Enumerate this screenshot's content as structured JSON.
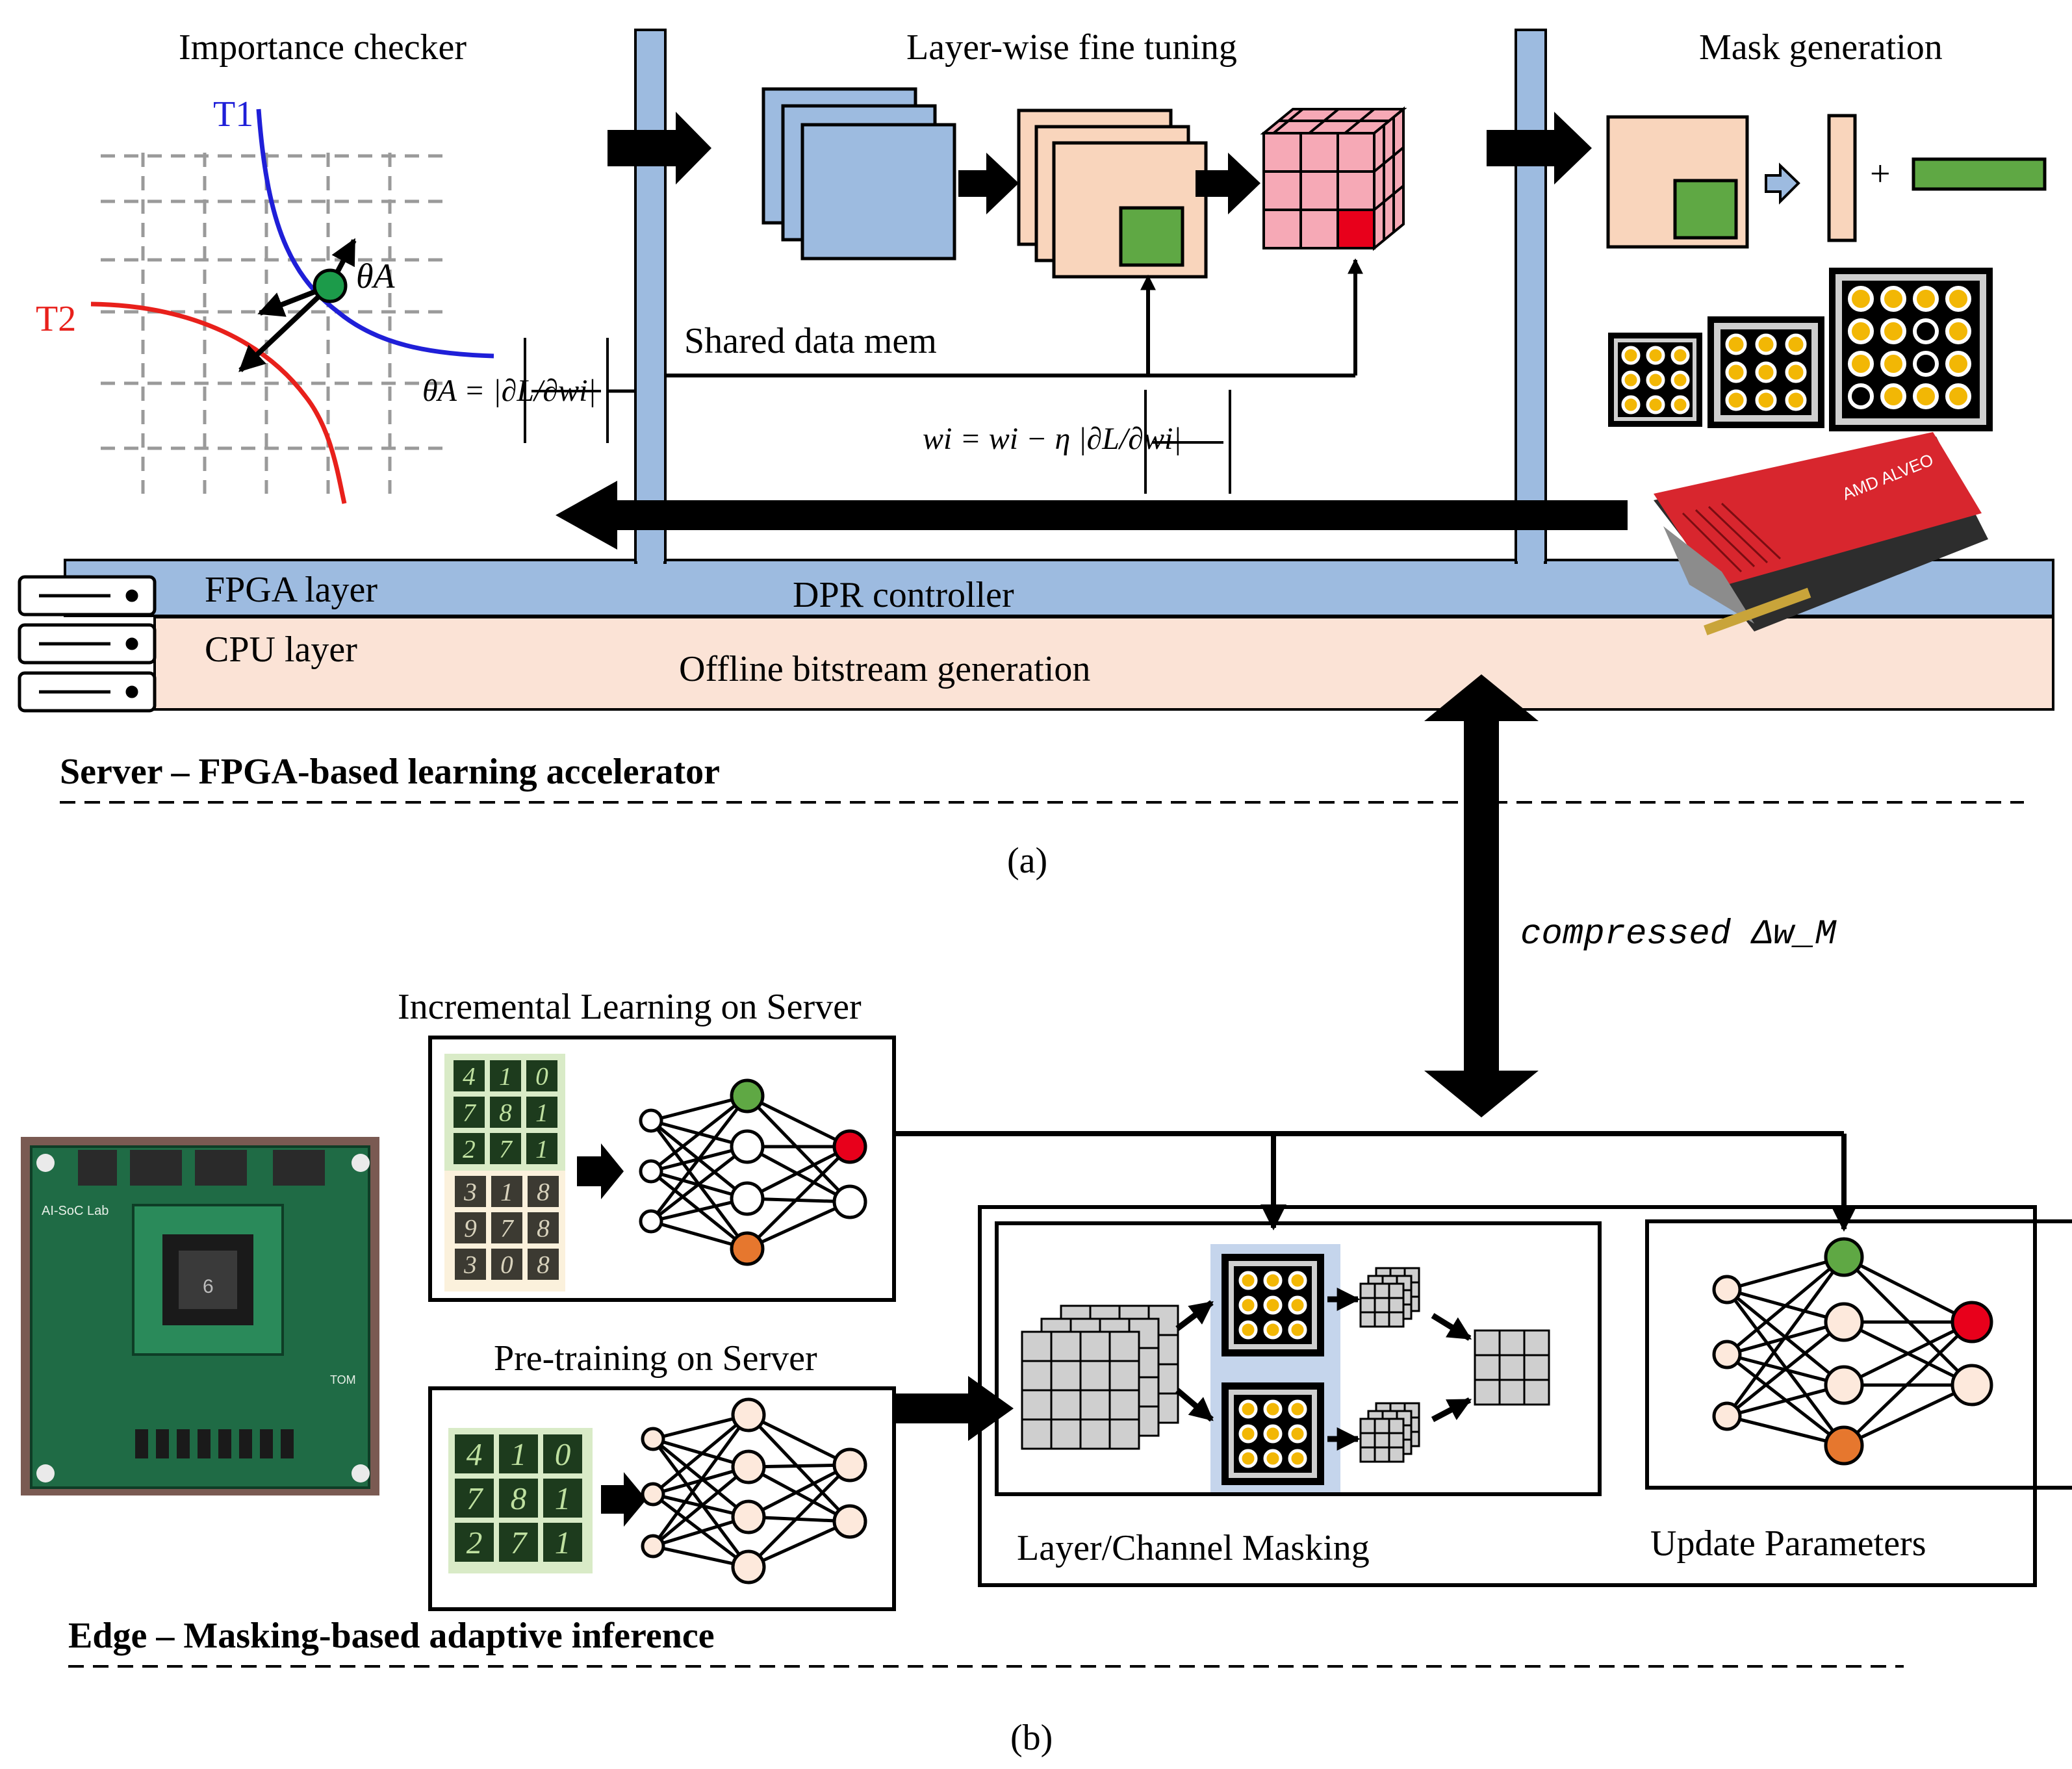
{
  "server": {
    "importance_checker": "Importance checker",
    "layer_wise": "Layer-wise fine tuning",
    "mask_generation": "Mask generation",
    "t1": "T1",
    "t2": "T2",
    "theta_a": "θA",
    "shared_mem": "Shared data mem",
    "fpga_layer": "FPGA layer",
    "dpr_controller": "DPR controller",
    "cpu_layer": "CPU layer",
    "offline_bitstream": "Offline bitstream generation",
    "server_title": "Server – FPGA-based learning accelerator",
    "caption_a": "(a)",
    "plus": "+",
    "eq_theta": "θA = |∂L/∂wi|",
    "eq_update": "wi = wi − η |∂L/∂wi|",
    "board_brand": "AMD ALVEO"
  },
  "link": {
    "compressed": "compressed Δw_M"
  },
  "edge": {
    "incremental": "Incremental Learning on Server",
    "pretraining": "Pre-training on Server",
    "layer_masking": "Layer/Channel Masking",
    "update_params": "Update Parameters",
    "edge_title": "Edge – Masking-based adaptive inference",
    "caption_b": "(b)",
    "digits_inc": [
      "4",
      "1",
      "0",
      "7",
      "8",
      "1",
      "2",
      "7",
      "1"
    ],
    "digits_inc_noisy": [
      "3",
      "1",
      "8",
      "9",
      "7",
      "8",
      "3",
      "0",
      "8"
    ],
    "digits_pre": [
      "4",
      "1",
      "0",
      "7",
      "8",
      "1",
      "2",
      "7",
      "1"
    ],
    "board_label": "AI-SoC Lab",
    "board_socket": "6",
    "board_tom": "TOM"
  },
  "colors": {
    "blue_fill": "#9dbbe0",
    "peach_fill": "#f9d5bc",
    "cpu_fill": "#fbe3d6",
    "green": "#5fa844",
    "red": "#e8001b",
    "orange": "#e6772e",
    "t1_curve": "#1f1fd8",
    "t2_curve": "#e8201b",
    "dot_green": "#1c9b4a",
    "mask_gold": "#f2b705",
    "grey_cube": "#cfcfcf",
    "pink_cube": "#f6a9b6",
    "mnist_bg": "#d9ebc7",
    "noisy_bg": "#fbf1dc",
    "node_peach": "#fde9dc"
  }
}
